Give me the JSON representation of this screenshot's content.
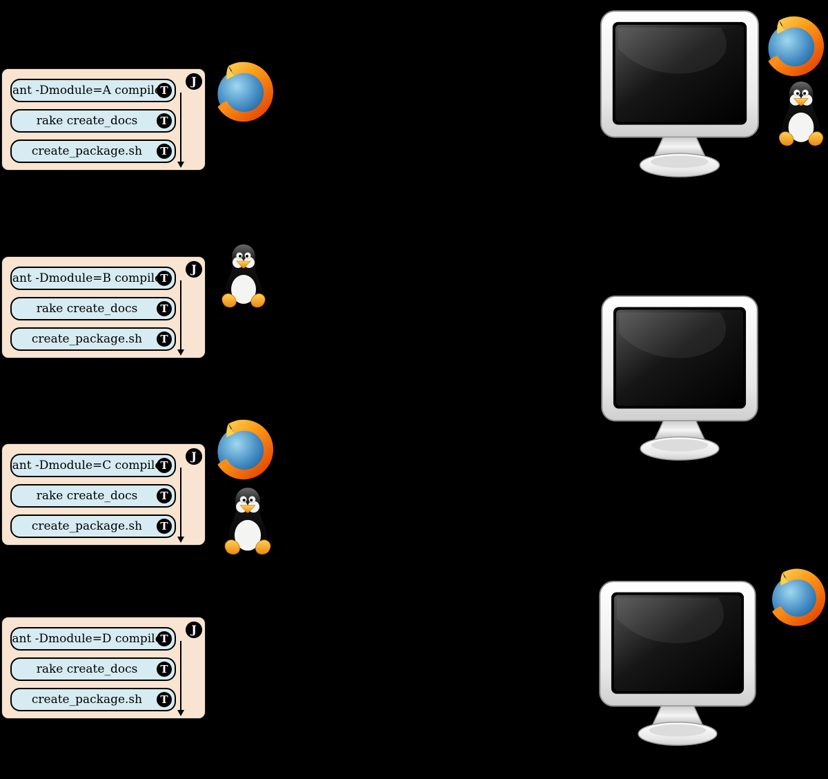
{
  "diagram": {
    "background": "#000000",
    "colors": {
      "job_card_bg": "#f8e4d0",
      "task_bg": "#d6ebf2",
      "badge_bg": "#000000",
      "badge_text": "#ffffff"
    },
    "jobs": [
      {
        "badge": "J",
        "platform_icons": [
          "firefox-icon"
        ],
        "tasks": [
          {
            "label": "ant -Dmodule=A compile",
            "badge": "T"
          },
          {
            "label": "rake create_docs",
            "badge": "T"
          },
          {
            "label": "create_package.sh",
            "badge": "T"
          }
        ]
      },
      {
        "badge": "J",
        "platform_icons": [
          "tux-icon"
        ],
        "tasks": [
          {
            "label": "ant -Dmodule=B compile",
            "badge": "T"
          },
          {
            "label": "rake create_docs",
            "badge": "T"
          },
          {
            "label": "create_package.sh",
            "badge": "T"
          }
        ]
      },
      {
        "badge": "J",
        "platform_icons": [
          "firefox-icon",
          "tux-icon"
        ],
        "tasks": [
          {
            "label": "ant -Dmodule=C compile",
            "badge": "T"
          },
          {
            "label": "rake create_docs",
            "badge": "T"
          },
          {
            "label": "create_package.sh",
            "badge": "T"
          }
        ]
      },
      {
        "badge": "J",
        "platform_icons": [],
        "tasks": [
          {
            "label": "ant -Dmodule=D compile",
            "badge": "T"
          },
          {
            "label": "rake create_docs",
            "badge": "T"
          },
          {
            "label": "create_package.sh",
            "badge": "T"
          }
        ]
      }
    ],
    "machines": [
      {
        "platform_icons": [
          "firefox-icon",
          "tux-icon"
        ]
      },
      {
        "platform_icons": []
      },
      {
        "platform_icons": [
          "firefox-icon"
        ]
      }
    ]
  }
}
